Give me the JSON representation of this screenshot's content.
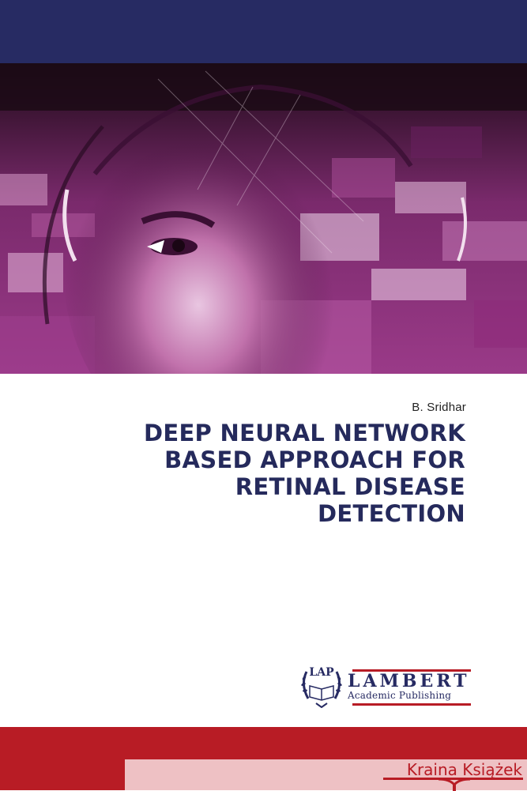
{
  "cover": {
    "top_band_color": "#272b63",
    "image": {
      "description": "purple-tinted digital face with pixelated glitch overlay",
      "tint": "#8e2a7a"
    },
    "author": "B. Sridhar",
    "title_lines": [
      "DEEP NEURAL NETWORK",
      "BASED APPROACH FOR",
      "RETINAL DISEASE",
      "DETECTION"
    ],
    "title_color": "#252a5c",
    "publisher": {
      "emblem_text": "LAP",
      "emblem_icon": "open-book-laurel-icon",
      "name": "LAMBERT",
      "subtitle": "Academic Publishing"
    },
    "bottom_band_color": "#b81c25",
    "watermark": {
      "text": "Kraina Książek",
      "icon": "book-spine-icon",
      "box_color": "#eec1c4"
    }
  }
}
